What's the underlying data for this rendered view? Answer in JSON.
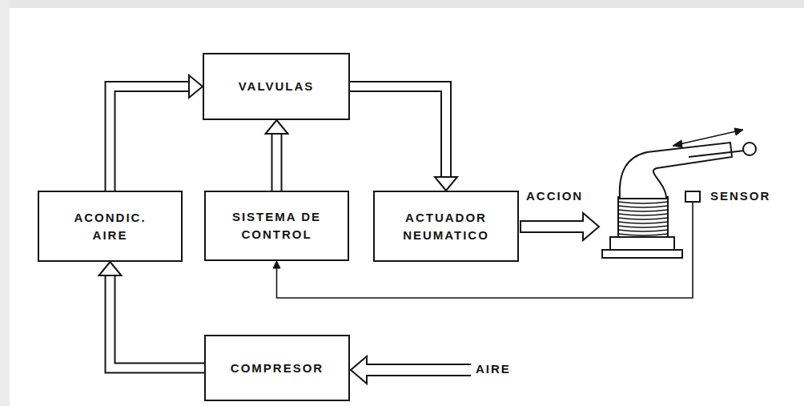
{
  "diagram": {
    "nodes": [
      {
        "text": [
          "VALVULAS"
        ]
      },
      {
        "text": [
          "ACONDIC. AIRE"
        ]
      },
      {
        "text": [
          "SISTEMA DE CONTROL"
        ]
      },
      {
        "text": [
          "ACTUADOR NEUMATICO"
        ]
      },
      {
        "text": [
          "COMPRESOR"
        ]
      },
      {
        "text": [
          "SENSOR"
        ]
      }
    ],
    "edges": [
      {
        "from": 4,
        "to": 1,
        "arrow": "to"
      },
      {
        "from": 1,
        "to": 0,
        "arrow": "to"
      },
      {
        "from": 2,
        "to": 0,
        "arrow": "to"
      },
      {
        "from": 0,
        "to": 3,
        "arrow": "to"
      },
      {
        "from": 5,
        "to": 2,
        "arrow": "to"
      }
    ],
    "labels": [
      "ACCION",
      "AIRE"
    ]
  }
}
